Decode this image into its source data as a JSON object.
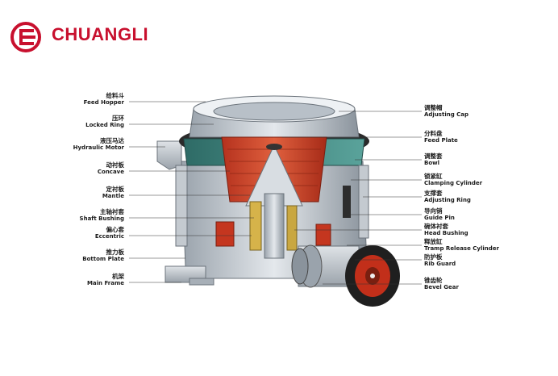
{
  "brand": {
    "name": "CHUANGLI",
    "color": "#c8102e"
  },
  "parts_left": [
    {
      "cn": "给料斗",
      "en": "Feed Hopper"
    },
    {
      "cn": "压环",
      "en": "Locked Ring"
    },
    {
      "cn": "液压马达",
      "en": "Hydraulic Motor"
    },
    {
      "cn": "动衬板",
      "en": "Concave"
    },
    {
      "cn": "定衬板",
      "en": "Mantle"
    },
    {
      "cn": "主轴衬套",
      "en": "Shaft Bushing"
    },
    {
      "cn": "偏心套",
      "en": "Eccentric"
    },
    {
      "cn": "推力板",
      "en": "Bottom Plate"
    },
    {
      "cn": "机架",
      "en": "Main Frame"
    }
  ],
  "parts_right": [
    {
      "cn": "调整帽",
      "en": "Adjusting Cap"
    },
    {
      "cn": "分料盘",
      "en": "Feed Plate"
    },
    {
      "cn": "调整套",
      "en": "Bowl"
    },
    {
      "cn": "锁紧缸",
      "en": "Clamping Cylinder"
    },
    {
      "cn": "支撑套",
      "en": "Adjusting Ring"
    },
    {
      "cn": "导向销",
      "en": "Guide Pin"
    },
    {
      "cn": "碗体衬套",
      "en": "Head Bushing"
    },
    {
      "cn": "释放缸",
      "en": "Tramp Release Cylinder"
    },
    {
      "cn": "防护板",
      "en": "Rib Guard"
    },
    {
      "cn": "锥齿轮",
      "en": "Bevel Gear"
    }
  ]
}
